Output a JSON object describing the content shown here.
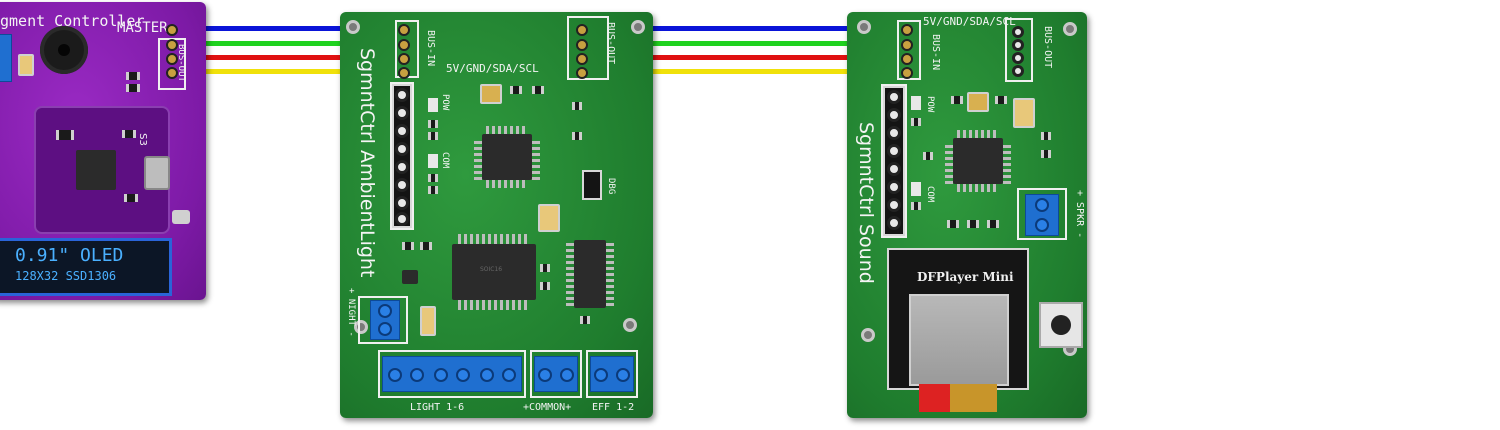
{
  "colors": {
    "wire_vcc": "#0a14d8",
    "wire_gnd": "#1fd21f",
    "wire_sda": "#e01010",
    "wire_scl": "#f0e10a"
  },
  "controller": {
    "title": "gment Controller",
    "master": "MASTER",
    "bus_out": "BUS-OUT",
    "mcu_label": "S3",
    "oled_line1": "0.91\" OLED",
    "oled_line2": "128X32 SSD1306"
  },
  "ambient": {
    "bus_in": "BUS-IN",
    "bus_out": "BUS-OUT",
    "bus_pinout": "5V/GND/SDA/SCL",
    "board_name": "SgmntCtrl AmbientLight",
    "pow": "POW",
    "com": "COM",
    "dbg": "DBG",
    "night": "+ NIGHT -",
    "light": "LIGHT 1-6",
    "common": "+COMMON+",
    "eff": "EFF 1-2",
    "chip_label": "SOIC16"
  },
  "sound": {
    "bus_in": "BUS-IN",
    "bus_out": "BUS-OUT",
    "bus_pinout": "5V/GND/SDA/SCL",
    "board_name": "SgmntCtrl Sound",
    "pow": "POW",
    "com": "COM",
    "spkr": "+ SPKR -",
    "dfplayer": "DFPlayer Mini"
  }
}
